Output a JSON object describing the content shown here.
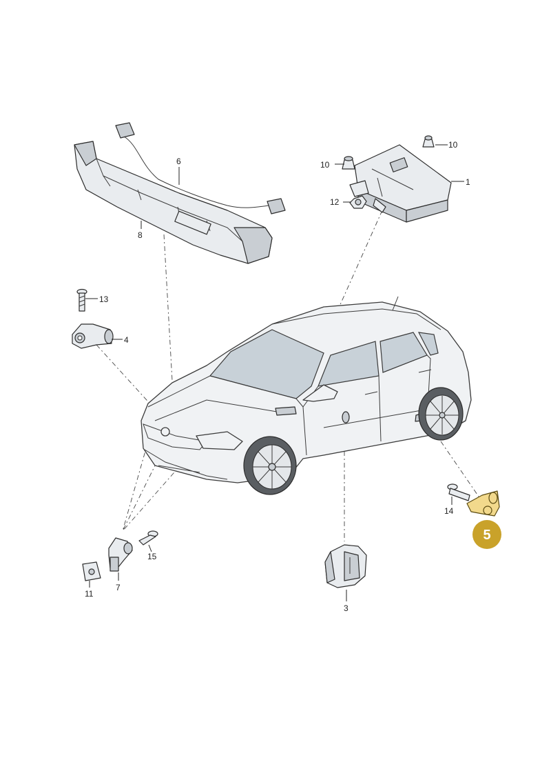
{
  "labels": {
    "p1": "1",
    "p3": "3",
    "p4": "4",
    "p6": "6",
    "p7": "7",
    "p8": "8",
    "p10a": "10",
    "p10b": "10",
    "p11": "11",
    "p12": "12",
    "p13": "13",
    "p14": "14",
    "p15": "15"
  },
  "highlight": {
    "part_number": "5",
    "color": "#c9a22a"
  },
  "colors": {
    "line": "#222222",
    "part_fill": "#e9ecef",
    "highlight_fill": "#f2d98c"
  }
}
